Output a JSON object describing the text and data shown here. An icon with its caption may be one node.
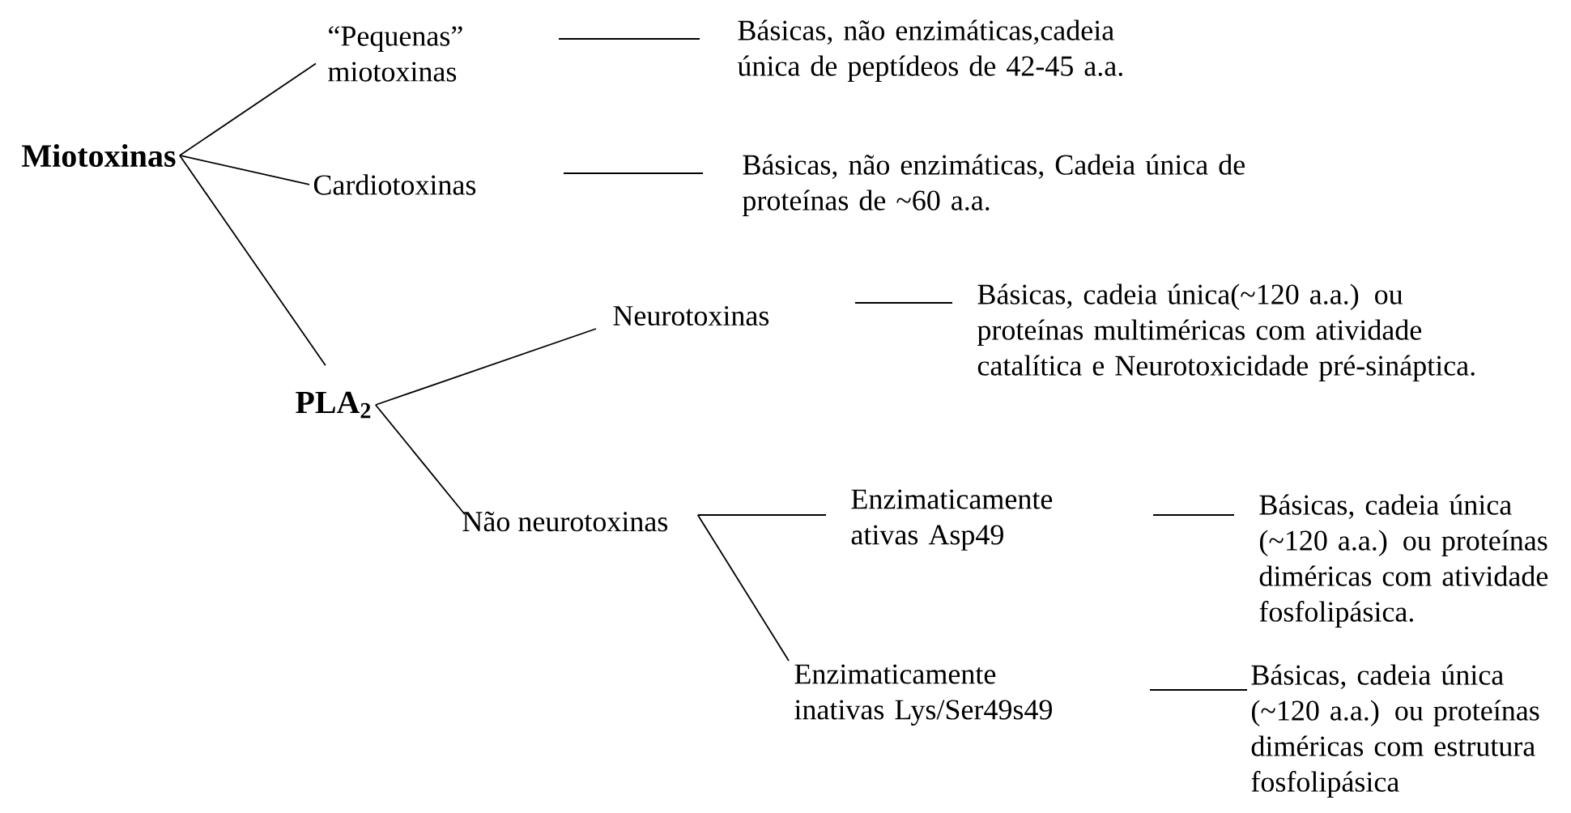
{
  "diagram": {
    "nodes": [
      {
        "text": [
          "Miotoxinas"
        ]
      },
      {
        "text": [
          "“Pequenas” miotoxinas"
        ]
      },
      {
        "text": [
          "Cardiotoxinas"
        ]
      },
      {
        "text": [
          "PLA$_{2}$"
        ]
      },
      {
        "text": [
          "Neurotoxinas"
        ]
      },
      {
        "text": [
          "Não neurotoxinas"
        ]
      },
      {
        "text": [
          "Enzimaticamente ativas Asp49"
        ]
      },
      {
        "text": [
          "Enzimaticamente inativas Lys/Ser49s49"
        ]
      },
      {
        "text": [
          "Básicas, não enzimáticas,cadeia única de peptídeos de 42-45 a.a."
        ]
      },
      {
        "text": [
          "Básicas, não enzimáticas, Cadeia única de proteínas de ~60 a.a."
        ]
      },
      {
        "text": [
          "Básicas, cadeia única(~120 a.a.) ou proteínas multiméricas com atividade catalítica e Neurotoxicidade pré-sináptica."
        ]
      },
      {
        "text": [
          "Básicas, cadeia única (~120 a.a.) ou proteínas diméricas com atividade fosfolipásica."
        ]
      },
      {
        "text": [
          "Básicas, cadeia única (~120 a.a.) ou proteínas diméricas com estrutura fosfolipásica"
        ]
      }
    ],
    "edges": [
      {
        "from": 0,
        "to": 1,
        "arrow": "none"
      },
      {
        "from": 0,
        "to": 2,
        "arrow": "none"
      },
      {
        "from": 0,
        "to": 3,
        "arrow": "none"
      },
      {
        "from": 3,
        "to": 4,
        "arrow": "none"
      },
      {
        "from": 3,
        "to": 5,
        "arrow": "none"
      },
      {
        "from": 5,
        "to": 6,
        "arrow": "none"
      },
      {
        "from": 5,
        "to": 7,
        "arrow": "none"
      },
      {
        "from": 1,
        "to": 8,
        "arrow": "none"
      },
      {
        "from": 2,
        "to": 9,
        "arrow": "none"
      },
      {
        "from": 4,
        "to": 10,
        "arrow": "none"
      },
      {
        "from": 6,
        "to": 11,
        "arrow": "none"
      },
      {
        "from": 7,
        "to": 12,
        "arrow": "none"
      }
    ]
  }
}
